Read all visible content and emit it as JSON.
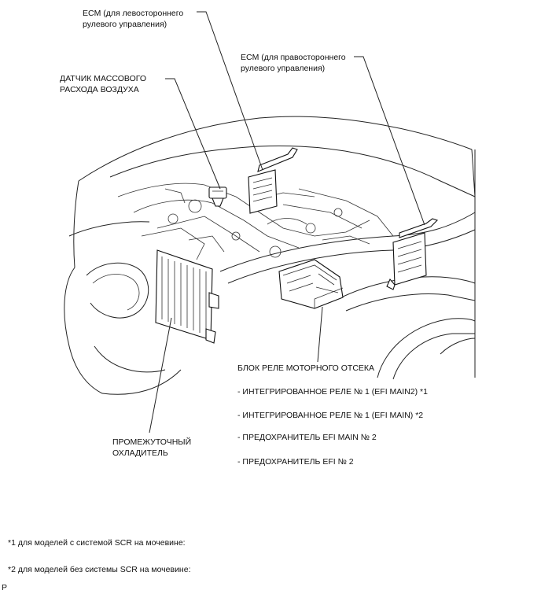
{
  "labels": {
    "ecm_lhd": [
      "ECM (для левостороннего",
      "рулевого управления)"
    ],
    "ecm_rhd": [
      "ECM (для правостороннего",
      "рулевого управления)"
    ],
    "maf": [
      "ДАТЧИК МАССОВОГО",
      "РАСХОДА ВОЗДУХА"
    ],
    "intercooler": [
      "ПРОМЕЖУТОЧНЫЙ",
      "ОХЛАДИТЕЛЬ"
    ],
    "relay_block": "БЛОК РЕЛЕ МОТОРНОГО ОТСЕКА",
    "relay_items": [
      "- ИНТЕГРИРОВАННОЕ РЕЛЕ № 1 (EFI MAIN2) *1",
      "- ИНТЕГРИРОВАННОЕ РЕЛЕ № 1 (EFI MAIN) *2",
      "- ПРЕДОХРАНИТЕЛЬ EFI MAIN № 2",
      "- ПРЕДОХРАНИТЕЛЬ EFI № 2"
    ]
  },
  "footnotes": [
    "*1 для моделей с системой SCR на мочевине:",
    "*2 для моделей без системы SCR на мочевине:"
  ],
  "corner_mark": "P"
}
